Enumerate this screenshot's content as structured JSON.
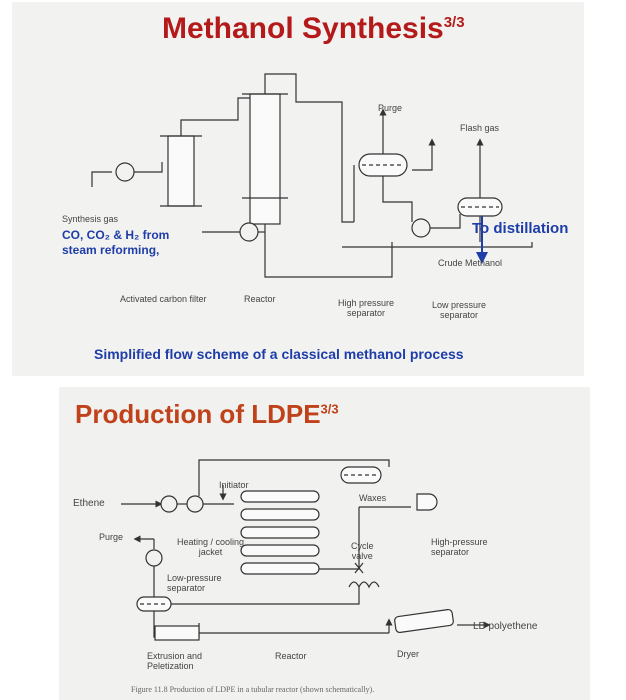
{
  "slide1": {
    "title": "Methanol Synthesis",
    "title_sup": "3/3",
    "labels": {
      "purge": "Purge",
      "flash_gas": "Flash gas",
      "synthesis_gas_line1": "Synthesis gas",
      "synthesis_gas_line2": "CO, CO₂ & H₂ from",
      "synthesis_gas_line3": "steam reforming,",
      "to_distillation": "To distillation",
      "crude_methanol": "Crude Methanol",
      "activated_carbon_filter": "Activated carbon filter",
      "reactor": "Reactor",
      "hp_separator_line1": "High pressure",
      "hp_separator_line2": "separator",
      "lp_separator_line1": "Low pressure",
      "lp_separator_line2": "separator"
    },
    "caption": "Simplified flow scheme of a classical methanol process"
  },
  "slide2": {
    "title": "Production of LDPE",
    "title_sup": "3/3",
    "labels": {
      "initiator": "Initiator",
      "ethene": "Ethene",
      "waxes": "Waxes",
      "purge": "Purge",
      "heating_line1": "Heating / cooling",
      "heating_line2": "jacket",
      "cycle_line1": "Cycle",
      "cycle_line2": "valve",
      "hp_line1": "High-pressure",
      "hp_line2": "separator",
      "lp_line1": "Low-pressure",
      "lp_line2": "separator",
      "ld_polyethene": "LD polyethene",
      "extrusion_line1": "Extrusion and",
      "extrusion_line2": "Peletization",
      "reactor": "Reactor",
      "dryer": "Dryer"
    },
    "caption": "Figure 11.8   Production of LDPE in a tubular reactor (shown schematically)."
  },
  "colors": {
    "title1": "#b51a1a",
    "title2": "#c0421a",
    "caption_blue": "#1e3da8"
  }
}
